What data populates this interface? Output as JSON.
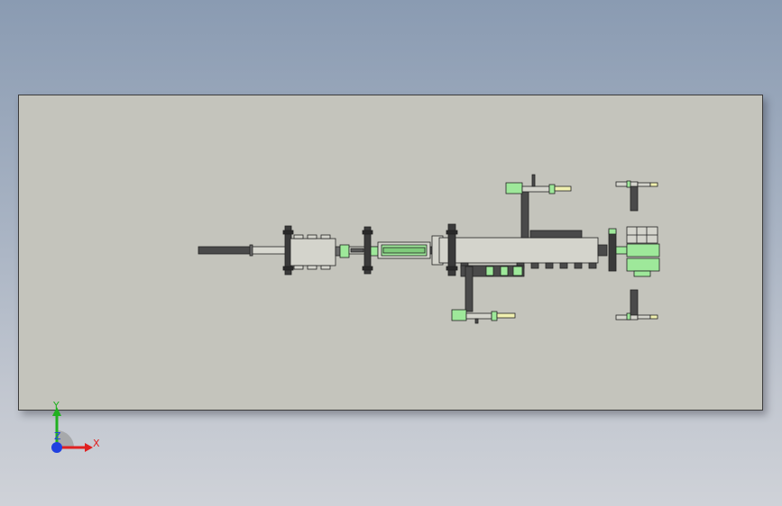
{
  "triad": {
    "x_label": "X",
    "y_label": "Y",
    "z_label": "Z"
  },
  "colors": {
    "background_top": "#8a9bb2",
    "sheet": "#c4c4bc",
    "part_green": "#9ee89a",
    "part_gray": "#d4d4cc",
    "part_dark": "#4a4a4a",
    "part_yellow": "#f0f0b0",
    "axis_x": "#e02020",
    "axis_y": "#20b020",
    "axis_z": "#2040e0"
  }
}
